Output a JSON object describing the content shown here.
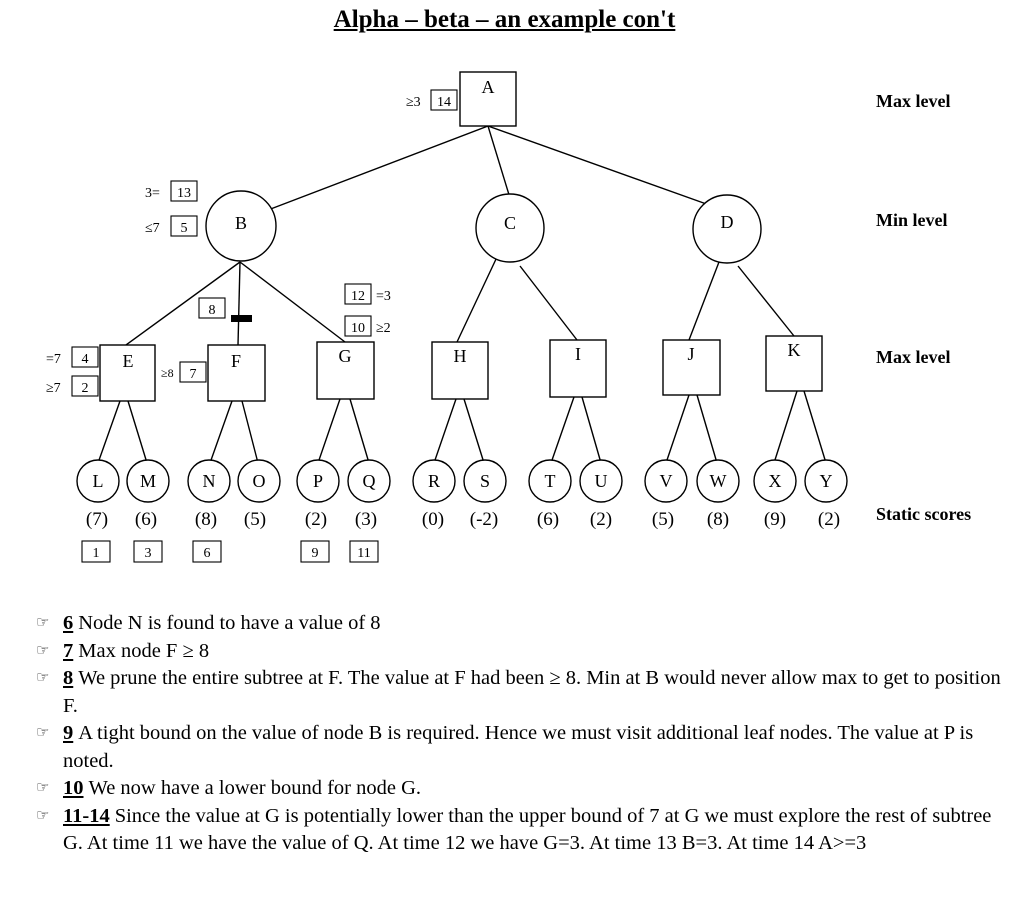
{
  "title": "Alpha – beta – an example con't",
  "levels": [
    "Max level",
    "Min level",
    "Max level",
    "Static scores"
  ],
  "nodes": {
    "A": "A",
    "B": "B",
    "C": "C",
    "D": "D",
    "E": "E",
    "F": "F",
    "G": "G",
    "H": "H",
    "I": "I",
    "J": "J",
    "K": "K",
    "L": "L",
    "M": "M",
    "N": "N",
    "O": "O",
    "P": "P",
    "Q": "Q",
    "R": "R",
    "S": "S",
    "T": "T",
    "U": "U",
    "V": "V",
    "W": "W",
    "X": "X",
    "Y": "Y"
  },
  "scores": {
    "L": "(7)",
    "M": "(6)",
    "N": "(8)",
    "O": "(5)",
    "P": "(2)",
    "Q": "(3)",
    "R": "(0)",
    "S": "(-2)",
    "T": "(6)",
    "U": "(2)",
    "V": "(5)",
    "W": "(8)",
    "X": "(9)",
    "Y": "(2)"
  },
  "annotations": {
    "A_bound": "≥3",
    "A_time": "14",
    "B_eq": "3=",
    "B_eq_time": "13",
    "B_le": "≤7",
    "B_le_time": "5",
    "prune_time": "8",
    "G_eq": "=3",
    "G_eq_time": "12",
    "G_ge": "≥2",
    "G_ge_time": "10",
    "E_eq": "=7",
    "E_eq_time": "4",
    "E_ge": "≥7",
    "E_ge_time": "2",
    "F_ge": "≥8",
    "F_ge_time": "7",
    "L_time": "1",
    "M_time": "3",
    "N_time": "6",
    "P_time": "9",
    "Q_time": "11"
  },
  "notes": [
    {
      "step": "6",
      "text": "Node N is found to have a value of 8"
    },
    {
      "step": "7",
      "text": "Max node F ≥ 8"
    },
    {
      "step": "8",
      "text": "We prune the entire subtree at F. The value at F had been ≥ 8. Min at B would never allow max to get to position F."
    },
    {
      "step": "9",
      "text": "A tight bound on the value of node B is required. Hence we must visit additional leaf nodes. The value at P is noted."
    },
    {
      "step": "10",
      "text": "We now have a lower bound for node G."
    },
    {
      "step": "11-14",
      "text": "Since the value at G is potentially lower than the upper bound of 7 at G we must explore the rest of subtree G. At time 11 we have the value of Q. At time 12 we have G=3. At time 13 B=3. At time 14 A>=3"
    }
  ],
  "bullet_icon": "hand-pointer-icon"
}
